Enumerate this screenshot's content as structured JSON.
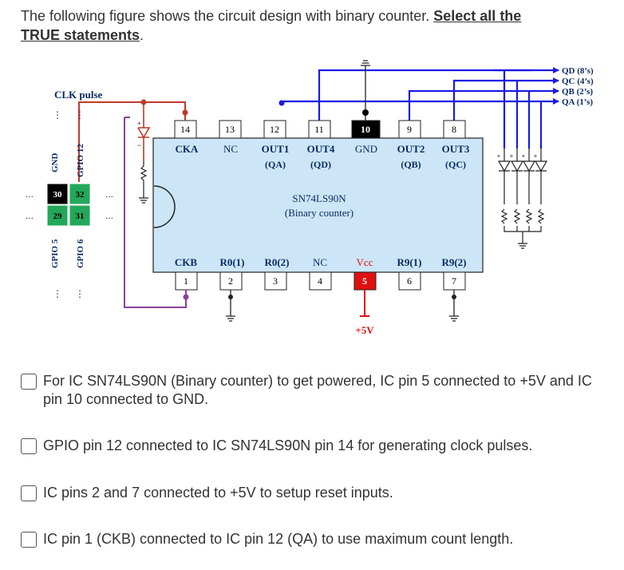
{
  "question": {
    "intro": "The following figure shows the circuit design with binary counter. ",
    "emphasis_1": "Select all the",
    "emphasis_2": "TRUE statements",
    "end": "."
  },
  "circuit": {
    "clk_label": "CLK pulse",
    "gpio_header": {
      "top_labels": [
        "GND",
        "GPIO 12"
      ],
      "rows": [
        [
          "30",
          "32"
        ],
        [
          "29",
          "31"
        ]
      ],
      "bottom_labels": [
        "GPIO 5",
        "GPIO 6"
      ],
      "dots": "⋮",
      "ellipsis": "..."
    },
    "ic": {
      "name": "SN74LS90N",
      "subtitle": "(Binary counter)",
      "top_pins": [
        "14",
        "13",
        "12",
        "11",
        "10",
        "9",
        "8"
      ],
      "top_labels": [
        "CKA",
        "NC",
        "OUT1",
        "OUT4",
        "GND",
        "OUT2",
        "OUT3"
      ],
      "top_sublabels": [
        "(QA)",
        "(QD)",
        "(QB)",
        "(QC)"
      ],
      "bottom_pins": [
        "1",
        "2",
        "3",
        "4",
        "5",
        "6",
        "7"
      ],
      "bottom_labels": [
        "CKB",
        "R0(1)",
        "R0(2)",
        "NC",
        "Vcc",
        "R9(1)",
        "R9(2)"
      ]
    },
    "supply_label": "+5V",
    "outputs": [
      "QD (8’s)",
      "QC (4’s)",
      "QB (2’s)",
      "QA (1’s)"
    ],
    "plus_sign": "+",
    "minus_sign": "−",
    "colors": {
      "ic_fill": "#cce6f7",
      "wire_blue": "#1a1ae6",
      "wire_purple": "#8a3f9a",
      "pin5": "#e01010",
      "pin10": "#000000",
      "header_green": "#23a85a",
      "header_black": "#000000"
    }
  },
  "options": [
    "For IC SN74LS90N (Binary counter) to get powered, IC pin 5 connected to +5V and IC pin 10 connected to GND.",
    "GPIO pin 12 connected to IC SN74LS90N pin 14 for generating clock pulses.",
    "IC pins 2 and 7 connected to +5V to setup reset inputs.",
    "IC pin 1 (CKB) connected to IC pin 12 (QA) to use maximum count length."
  ]
}
